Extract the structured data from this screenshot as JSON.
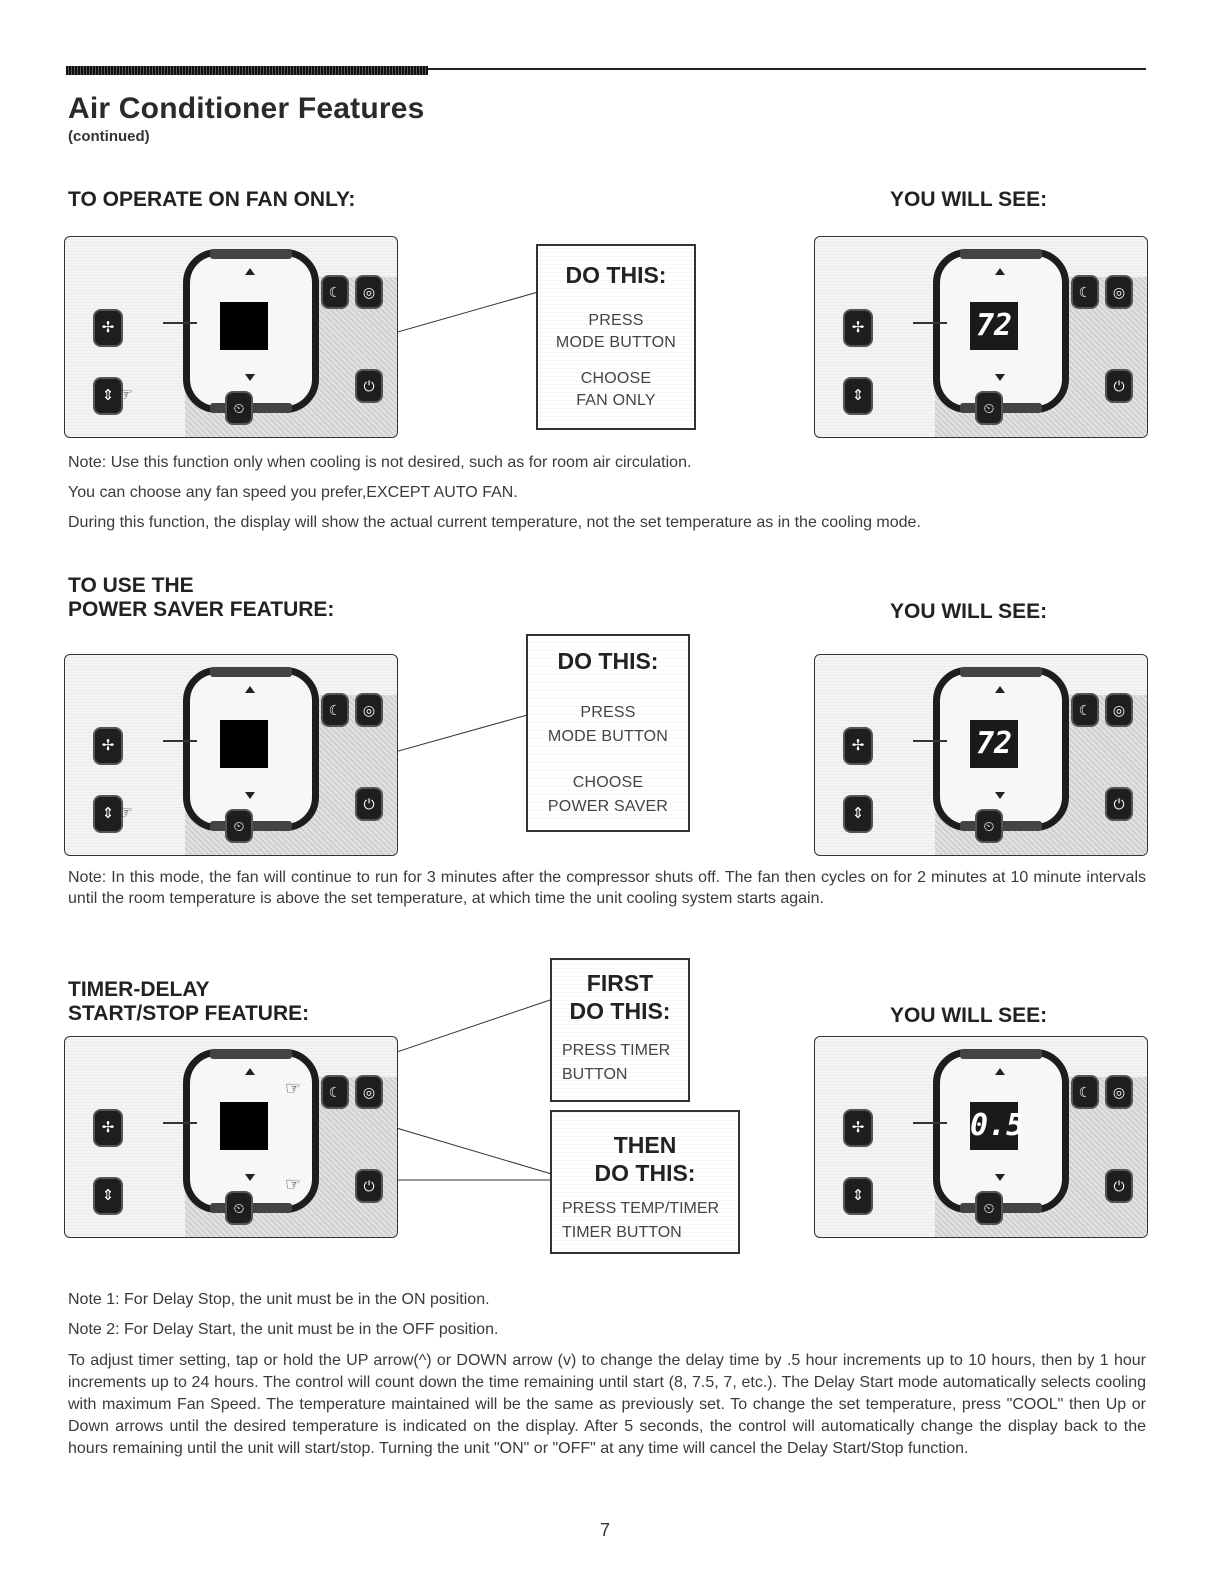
{
  "header": {
    "title": "Air Conditioner Features",
    "subtitle": "(continued)"
  },
  "sections": [
    {
      "heading": "TO OPERATE ON FAN ONLY:",
      "you_will_see": "YOU WILL SEE:",
      "do_this": {
        "title": "DO THIS:",
        "lines": [
          "PRESS",
          "MODE BUTTON",
          "CHOOSE",
          "FAN ONLY"
        ]
      },
      "display_after": "72",
      "notes": [
        "Note: Use this function only when cooling is not desired, such as for room air circulation.",
        "You can choose any fan speed you prefer,EXCEPT AUTO FAN.",
        "During this function, the display will show the actual current temperature, not the set temperature as in the cooling mode."
      ]
    },
    {
      "heading_line1": "TO USE THE",
      "heading_line2": "POWER SAVER FEATURE:",
      "you_will_see": "YOU WILL SEE:",
      "do_this": {
        "title": "DO THIS:",
        "lines": [
          "PRESS",
          "MODE BUTTON",
          "CHOOSE",
          "POWER SAVER"
        ]
      },
      "display_after": "72",
      "note": "Note: In this mode, the fan will continue to run for 3 minutes after the compressor shuts off. The fan then cycles on for 2 minutes at 10 minute intervals until the room temperature is above the set temperature, at which time the unit cooling system starts again."
    },
    {
      "heading_line1": "TIMER-DELAY",
      "heading_line2": "START/STOP FEATURE:",
      "you_will_see": "YOU WILL SEE:",
      "first": {
        "title1": "FIRST",
        "title2": "DO THIS:",
        "lines": [
          "PRESS TIMER",
          "BUTTON"
        ]
      },
      "then": {
        "title1": "THEN",
        "title2": "DO THIS:",
        "lines": [
          "PRESS TEMP/TIMER",
          "TIMER BUTTON"
        ]
      },
      "display_after": "0.5",
      "notes": [
        "Note 1: For Delay Stop, the unit must be in the ON position.",
        "Note 2: For Delay Start, the unit must be in the OFF position."
      ],
      "paragraph": "To adjust timer setting, tap or hold the UP arrow(^) or DOWN arrow (v) to change the delay time by .5 hour increments up to 10 hours, then by 1 hour increments up to 24 hours. The control will count down the time remaining until start (8, 7.5, 7, etc.). The Delay Start mode automatically selects cooling with maximum Fan Speed. The temperature maintained will be the same as previously set. To change the set temperature, press \"COOL\" then Up or Down arrows until the desired temperature is indicated on the display. After 5 seconds, the control will automatically change the display back to the hours remaining until the unit will start/stop. Turning the unit \"ON\" or \"OFF\" at any time will cancel the Delay Start/Stop function."
    }
  ],
  "icons": {
    "fan": "✢",
    "mode": "⇕",
    "timer": "⏲",
    "power": "⏻",
    "sleep": "☾",
    "filter": "◎",
    "hand": "☞"
  },
  "page_number": "7"
}
